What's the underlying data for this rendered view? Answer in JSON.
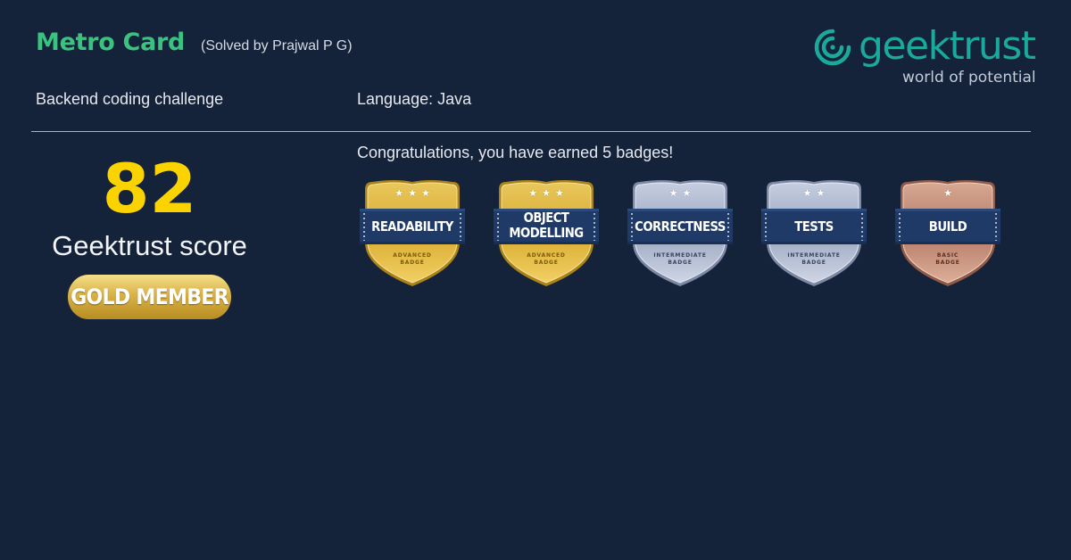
{
  "header": {
    "title": "Metro Card",
    "solved_by": "(Solved by Prajwal P G)",
    "challenge_type": "Backend coding challenge",
    "language": "Language: Java"
  },
  "logo": {
    "wordmark": "geektrust",
    "tagline": "world of potential",
    "color": "#1aa99a"
  },
  "score": {
    "value": "82",
    "label": "Geektrust score",
    "member_label": "GOLD MEMBER"
  },
  "badges_title": "Congratulations, you have earned 5 badges!",
  "badges": [
    {
      "name_line1": "READABILITY",
      "name_line2": "",
      "level_line1": "ADVANCED",
      "level_line2": "BADGE",
      "stars": 3,
      "tier": "gold"
    },
    {
      "name_line1": "OBJECT",
      "name_line2": "MODELLING",
      "level_line1": "ADVANCED",
      "level_line2": "BADGE",
      "stars": 3,
      "tier": "gold"
    },
    {
      "name_line1": "CORRECTNESS",
      "name_line2": "",
      "level_line1": "INTERMEDIATE",
      "level_line2": "BADGE",
      "stars": 2,
      "tier": "silver"
    },
    {
      "name_line1": "TESTS",
      "name_line2": "",
      "level_line1": "INTERMEDIATE",
      "level_line2": "BADGE",
      "stars": 2,
      "tier": "silver"
    },
    {
      "name_line1": "BUILD",
      "name_line2": "",
      "level_line1": "BASIC",
      "level_line2": "BADGE",
      "stars": 1,
      "tier": "bronze"
    }
  ],
  "colors": {
    "background": "#14223a",
    "title_green": "#3bc27f",
    "score_yellow": "#fbd300",
    "ribbon_navy": "#1f3a66"
  }
}
